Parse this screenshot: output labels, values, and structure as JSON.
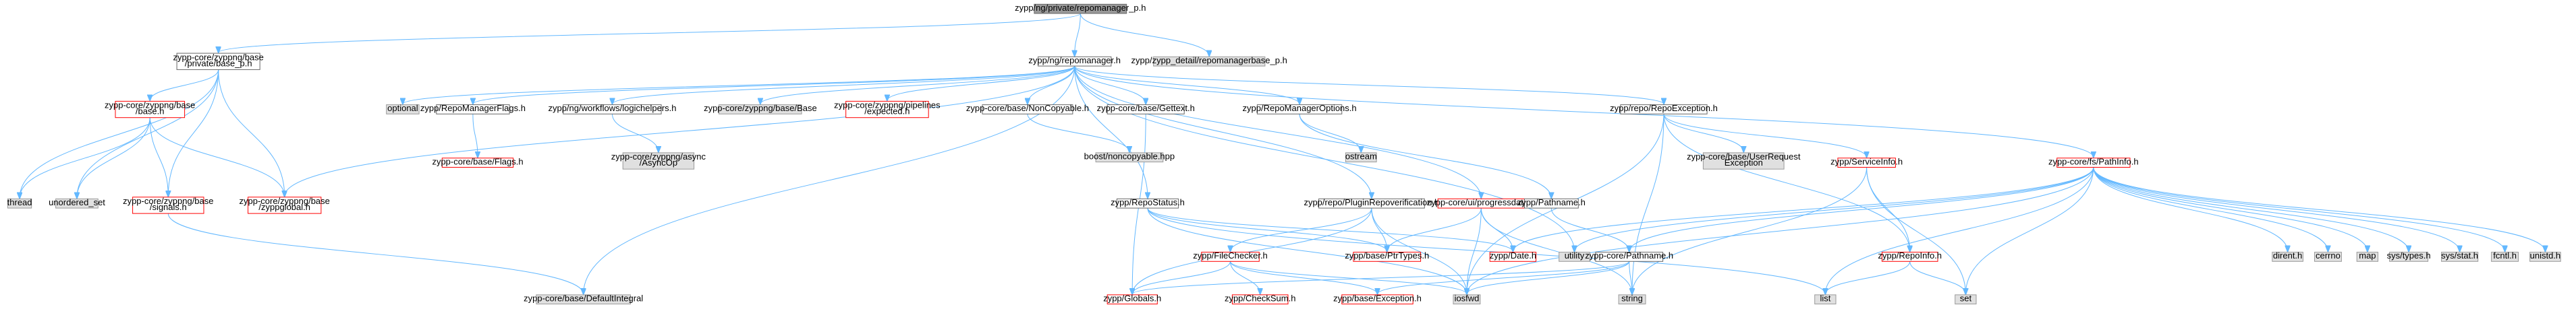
{
  "colors": {
    "edge": "#63b8ff",
    "node_fill_root": "#999999",
    "node_fill_plain": "#ffffff",
    "node_fill_external": "#e0e0e0",
    "node_border_plain": "#666666",
    "node_border_red": "#ff0000",
    "node_border_external": "#999999"
  },
  "nodes": [
    {
      "id": "root",
      "lines": [
        "zypp/ng/private/repomanager_p.h"
      ],
      "style": "root"
    },
    {
      "id": "base_p",
      "lines": [
        "zypp-core/zyppng/base",
        "/private/base_p.h"
      ],
      "style": "plain"
    },
    {
      "id": "repomanager_h",
      "lines": [
        "zypp/ng/repomanager.h"
      ],
      "style": "plain"
    },
    {
      "id": "repomanagerbase_p",
      "lines": [
        "zypp/zypp_detail/repomanagerbase_p.h"
      ],
      "style": "external"
    },
    {
      "id": "thread",
      "lines": [
        "thread"
      ],
      "style": "external"
    },
    {
      "id": "unordered_set",
      "lines": [
        "unordered_set"
      ],
      "style": "external"
    },
    {
      "id": "zyppng_base_base",
      "lines": [
        "zypp-core/zyppng/base",
        "/base.h"
      ],
      "style": "red"
    },
    {
      "id": "signals",
      "lines": [
        "zypp-core/zyppng/base",
        "/signals.h"
      ],
      "style": "red"
    },
    {
      "id": "zyppglobal",
      "lines": [
        "zypp-core/zyppng/base",
        "/zyppglobal.h"
      ],
      "style": "red"
    },
    {
      "id": "optional",
      "lines": [
        "optional"
      ],
      "style": "external"
    },
    {
      "id": "repomanagerflags",
      "lines": [
        "zypp/RepoManagerFlags.h"
      ],
      "style": "plain"
    },
    {
      "id": "flags",
      "lines": [
        "zypp-core/base/Flags.h"
      ],
      "style": "red"
    },
    {
      "id": "logichelpers",
      "lines": [
        "zypp/ng/workflows/logichelpers.h"
      ],
      "style": "plain"
    },
    {
      "id": "asyncop",
      "lines": [
        "zypp-core/zyppng/async",
        "/AsyncOp"
      ],
      "style": "external"
    },
    {
      "id": "zyppng_Base",
      "lines": [
        "zypp-core/zyppng/base/Base"
      ],
      "style": "external"
    },
    {
      "id": "expected",
      "lines": [
        "zypp-core/zyppng/pipelines",
        "/expected.h"
      ],
      "style": "red"
    },
    {
      "id": "noncopyable",
      "lines": [
        "zypp-core/base/NonCopyable.h"
      ],
      "style": "plain"
    },
    {
      "id": "boost_noncopyable",
      "lines": [
        "boost/noncopyable.hpp"
      ],
      "style": "external"
    },
    {
      "id": "gettext",
      "lines": [
        "zypp-core/base/Gettext.h"
      ],
      "style": "plain"
    },
    {
      "id": "repomanageroptions",
      "lines": [
        "zypp/RepoManagerOptions.h"
      ],
      "style": "plain"
    },
    {
      "id": "ostream",
      "lines": [
        "ostream"
      ],
      "style": "external"
    },
    {
      "id": "repostatus",
      "lines": [
        "zypp/RepoStatus.h"
      ],
      "style": "plain"
    },
    {
      "id": "pluginrepoverification",
      "lines": [
        "zypp/repo/PluginRepoverification.h"
      ],
      "style": "plain"
    },
    {
      "id": "progressdata",
      "lines": [
        "zypp-core/ui/progressdata.h"
      ],
      "style": "red"
    },
    {
      "id": "zypp_pathname",
      "lines": [
        "zypp/Pathname.h"
      ],
      "style": "plain"
    },
    {
      "id": "repoexception",
      "lines": [
        "zypp/repo/RepoException.h"
      ],
      "style": "plain"
    },
    {
      "id": "userrequestexception",
      "lines": [
        "zypp-core/base/UserRequest",
        "Exception"
      ],
      "style": "external"
    },
    {
      "id": "serviceinfo",
      "lines": [
        "zypp/ServiceInfo.h"
      ],
      "style": "red"
    },
    {
      "id": "pathinfo",
      "lines": [
        "zypp-core/fs/PathInfo.h"
      ],
      "style": "red"
    },
    {
      "id": "defaultintegral",
      "lines": [
        "zypp-core/base/DefaultIntegral"
      ],
      "style": "external"
    },
    {
      "id": "filechecker",
      "lines": [
        "zypp/FileChecker.h"
      ],
      "style": "red"
    },
    {
      "id": "ptrtypes",
      "lines": [
        "zypp/base/PtrTypes.h"
      ],
      "style": "red"
    },
    {
      "id": "date",
      "lines": [
        "zypp/Date.h"
      ],
      "style": "red"
    },
    {
      "id": "utility",
      "lines": [
        "utility"
      ],
      "style": "external"
    },
    {
      "id": "core_pathname",
      "lines": [
        "zypp-core/Pathname.h"
      ],
      "style": "plain"
    },
    {
      "id": "repoinfo",
      "lines": [
        "zypp/RepoInfo.h"
      ],
      "style": "red"
    },
    {
      "id": "dirent",
      "lines": [
        "dirent.h"
      ],
      "style": "external"
    },
    {
      "id": "cerrno",
      "lines": [
        "cerrno"
      ],
      "style": "external"
    },
    {
      "id": "map",
      "lines": [
        "map"
      ],
      "style": "external"
    },
    {
      "id": "systypes",
      "lines": [
        "sys/types.h"
      ],
      "style": "external"
    },
    {
      "id": "sysstat",
      "lines": [
        "sys/stat.h"
      ],
      "style": "external"
    },
    {
      "id": "fcntl",
      "lines": [
        "fcntl.h"
      ],
      "style": "external"
    },
    {
      "id": "unistd",
      "lines": [
        "unistd.h"
      ],
      "style": "external"
    },
    {
      "id": "globals",
      "lines": [
        "zypp/Globals.h"
      ],
      "style": "red"
    },
    {
      "id": "checksum",
      "lines": [
        "zypp/CheckSum.h"
      ],
      "style": "red"
    },
    {
      "id": "exception",
      "lines": [
        "zypp/base/Exception.h"
      ],
      "style": "red"
    },
    {
      "id": "iosfwd",
      "lines": [
        "iosfwd"
      ],
      "style": "external"
    },
    {
      "id": "string",
      "lines": [
        "string"
      ],
      "style": "external"
    },
    {
      "id": "list",
      "lines": [
        "list"
      ],
      "style": "external"
    },
    {
      "id": "set",
      "lines": [
        "set"
      ],
      "style": "external"
    }
  ],
  "edges": [
    [
      "root",
      "base_p"
    ],
    [
      "root",
      "repomanager_h"
    ],
    [
      "root",
      "repomanagerbase_p"
    ],
    [
      "base_p",
      "thread"
    ],
    [
      "base_p",
      "unordered_set"
    ],
    [
      "base_p",
      "zyppng_base_base"
    ],
    [
      "base_p",
      "signals"
    ],
    [
      "base_p",
      "zyppglobal"
    ],
    [
      "zyppng_base_base",
      "thread"
    ],
    [
      "zyppng_base_base",
      "unordered_set"
    ],
    [
      "zyppng_base_base",
      "signals"
    ],
    [
      "zyppng_base_base",
      "zyppglobal"
    ],
    [
      "repomanager_h",
      "zyppglobal"
    ],
    [
      "repomanager_h",
      "optional"
    ],
    [
      "repomanager_h",
      "repomanagerflags"
    ],
    [
      "repomanager_h",
      "logichelpers"
    ],
    [
      "repomanager_h",
      "zyppng_Base"
    ],
    [
      "repomanager_h",
      "expected"
    ],
    [
      "repomanager_h",
      "noncopyable"
    ],
    [
      "repomanager_h",
      "gettext"
    ],
    [
      "repomanager_h",
      "repomanageroptions"
    ],
    [
      "repomanager_h",
      "repostatus"
    ],
    [
      "repomanager_h",
      "pluginrepoverification"
    ],
    [
      "repomanager_h",
      "progressdata"
    ],
    [
      "repomanager_h",
      "repoexception"
    ],
    [
      "repomanager_h",
      "pathinfo"
    ],
    [
      "repomanager_h",
      "defaultintegral"
    ],
    [
      "repomanager_h",
      "utility"
    ],
    [
      "repomanagerflags",
      "flags"
    ],
    [
      "logichelpers",
      "asyncop"
    ],
    [
      "noncopyable",
      "boost_noncopyable"
    ],
    [
      "gettext",
      "globals"
    ],
    [
      "repomanageroptions",
      "ostream"
    ],
    [
      "repomanageroptions",
      "zypp_pathname"
    ],
    [
      "repostatus",
      "iosfwd"
    ],
    [
      "repostatus",
      "ptrtypes"
    ],
    [
      "repostatus",
      "date"
    ],
    [
      "repostatus",
      "list"
    ],
    [
      "pluginrepoverification",
      "iosfwd"
    ],
    [
      "pluginrepoverification",
      "filechecker"
    ],
    [
      "pluginrepoverification",
      "globals"
    ],
    [
      "pluginrepoverification",
      "ptrtypes"
    ],
    [
      "progressdata",
      "iosfwd"
    ],
    [
      "progressdata",
      "ptrtypes"
    ],
    [
      "progressdata",
      "date"
    ],
    [
      "progressdata",
      "string"
    ],
    [
      "zypp_pathname",
      "core_pathname"
    ],
    [
      "repoexception",
      "iosfwd"
    ],
    [
      "repoexception",
      "string"
    ],
    [
      "repoexception",
      "userrequestexception"
    ],
    [
      "repoexception",
      "serviceinfo"
    ],
    [
      "repoexception",
      "repoinfo"
    ],
    [
      "serviceinfo",
      "set"
    ],
    [
      "serviceinfo",
      "string"
    ],
    [
      "serviceinfo",
      "repoinfo"
    ],
    [
      "pathinfo",
      "utility"
    ],
    [
      "pathinfo",
      "date"
    ],
    [
      "pathinfo",
      "core_pathname"
    ],
    [
      "pathinfo",
      "list"
    ],
    [
      "pathinfo",
      "set"
    ],
    [
      "pathinfo",
      "dirent"
    ],
    [
      "pathinfo",
      "cerrno"
    ],
    [
      "pathinfo",
      "map"
    ],
    [
      "pathinfo",
      "systypes"
    ],
    [
      "pathinfo",
      "sysstat"
    ],
    [
      "pathinfo",
      "fcntl"
    ],
    [
      "pathinfo",
      "unistd"
    ],
    [
      "pathinfo",
      "iosfwd"
    ],
    [
      "filechecker",
      "globals"
    ],
    [
      "filechecker",
      "checksum"
    ],
    [
      "filechecker",
      "exception"
    ],
    [
      "filechecker",
      "iosfwd"
    ],
    [
      "core_pathname",
      "globals"
    ],
    [
      "core_pathname",
      "exception"
    ],
    [
      "core_pathname",
      "iosfwd"
    ],
    [
      "core_pathname",
      "string"
    ],
    [
      "repoinfo",
      "list"
    ],
    [
      "repoinfo",
      "set"
    ],
    [
      "signals",
      "defaultintegral"
    ]
  ]
}
